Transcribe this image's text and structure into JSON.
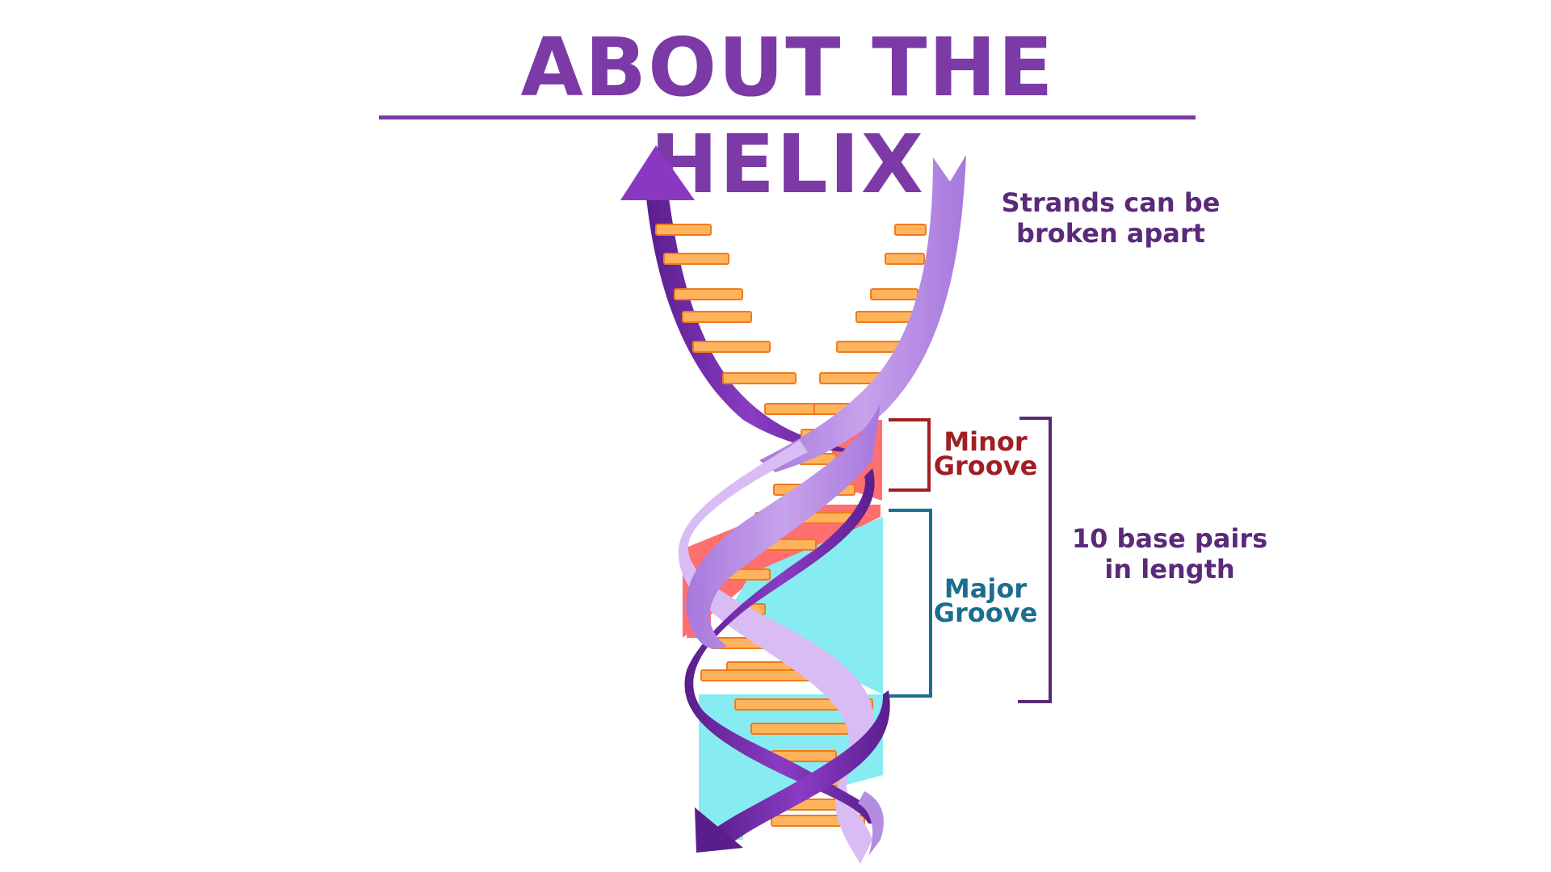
{
  "title": "ABOUT THE HELIX",
  "labels": {
    "strands": "Strands can be\nbroken apart",
    "minor_groove": "Minor\nGroove",
    "major_groove": "Major\nGroove",
    "length": "10 base pairs\nin length"
  },
  "colors": {
    "title": "#7b3aa6",
    "strand_dark": "#7b2fb0",
    "strand_light": "#b48ce0",
    "base": "#ffb35c",
    "base_outline": "#f07a1e",
    "minor_groove": "#ff6f6f",
    "major_groove": "#86ecf2",
    "minor_bracket": "#a01f24",
    "major_bracket": "#1c6e8e",
    "length_bracket": "#5a2a7a"
  }
}
